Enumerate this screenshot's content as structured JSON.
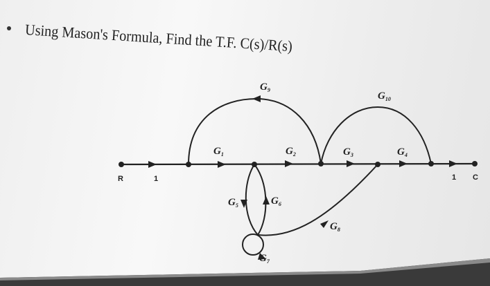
{
  "title": "Using Mason's Formula, Find the T.F. C(s)/R(s)",
  "nodes": {
    "input": "R",
    "output": "C"
  },
  "gains": {
    "g1": {
      "base": "G",
      "sub": "1"
    },
    "g2": {
      "base": "G",
      "sub": "2"
    },
    "g3": {
      "base": "G",
      "sub": "3"
    },
    "g4": {
      "base": "G",
      "sub": "4"
    },
    "g5": {
      "base": "G",
      "sub": "5"
    },
    "g6": {
      "base": "G",
      "sub": "6"
    },
    "g7": {
      "base": "G",
      "sub": "7"
    },
    "g8": {
      "base": "G",
      "sub": "8"
    },
    "g9": {
      "base": "G",
      "sub": "9"
    },
    "g10": {
      "base": "G",
      "sub": "10"
    },
    "unity_in": "1",
    "unity_out": "1"
  },
  "colors": {
    "ink": "#222222",
    "paper": "#f6f6f6"
  }
}
